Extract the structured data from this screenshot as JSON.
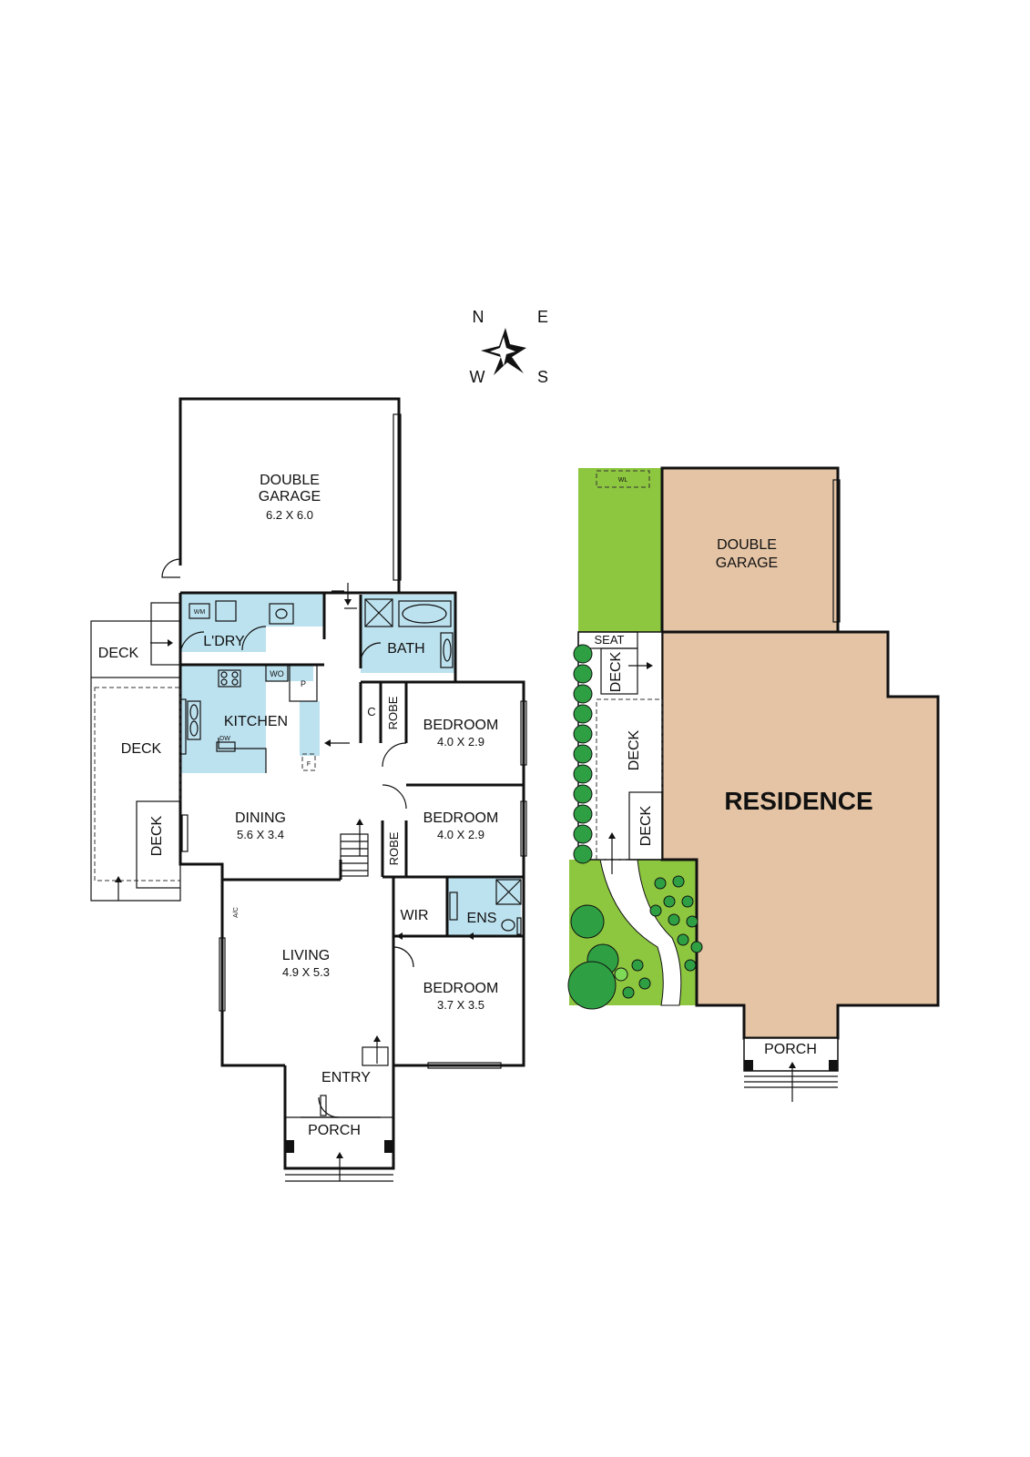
{
  "compass": {
    "north": "N",
    "east": "E",
    "south": "S",
    "west": "W"
  },
  "floor_plan": {
    "double_garage": {
      "label_line1": "DOUBLE",
      "label_line2": "GARAGE",
      "dims": "6.2 X 6.0"
    },
    "laundry": {
      "label": "L'DRY",
      "wm": "WM"
    },
    "bath": {
      "label": "BATH"
    },
    "kitchen": {
      "label": "KITCHEN",
      "dw": "DW",
      "wo": "WO",
      "p": "P",
      "f": "F"
    },
    "deck_upper": {
      "label": "DECK"
    },
    "deck_middle": {
      "label": "DECK"
    },
    "deck_lower": {
      "label": "DECK"
    },
    "cupboard": {
      "label": "C"
    },
    "robe_1": {
      "label": "ROBE"
    },
    "robe_2": {
      "label": "ROBE"
    },
    "bedroom_1": {
      "label": "BEDROOM",
      "dims": "4.0 X 2.9"
    },
    "bedroom_2": {
      "label": "BEDROOM",
      "dims": "4.0 X 2.9"
    },
    "bedroom_3": {
      "label": "BEDROOM",
      "dims": "3.7 X 3.5"
    },
    "dining": {
      "label": "DINING",
      "dims": "5.6 X 3.4"
    },
    "living": {
      "label": "LIVING",
      "dims": "4.9 X 5.3"
    },
    "wir": {
      "label": "WIR"
    },
    "ensuite": {
      "label": "ENS"
    },
    "ac": {
      "label": "A/C"
    },
    "entry": {
      "label": "ENTRY"
    },
    "porch": {
      "label": "PORCH"
    }
  },
  "site_plan": {
    "wl": {
      "label": "WL"
    },
    "double_garage": {
      "label_line1": "DOUBLE",
      "label_line2": "GARAGE"
    },
    "seat": {
      "label": "SEAT"
    },
    "deck_1": {
      "label": "DECK"
    },
    "deck_2": {
      "label": "DECK"
    },
    "deck_3": {
      "label": "DECK"
    },
    "residence": {
      "label": "RESIDENCE"
    },
    "porch": {
      "label": "PORCH"
    }
  },
  "colors": {
    "wet_area": "#bde2ef",
    "lawn": "#8dc63f",
    "building_fill": "#e4c4a5",
    "tree": "#2ea043",
    "tree_light": "#7ed957"
  }
}
